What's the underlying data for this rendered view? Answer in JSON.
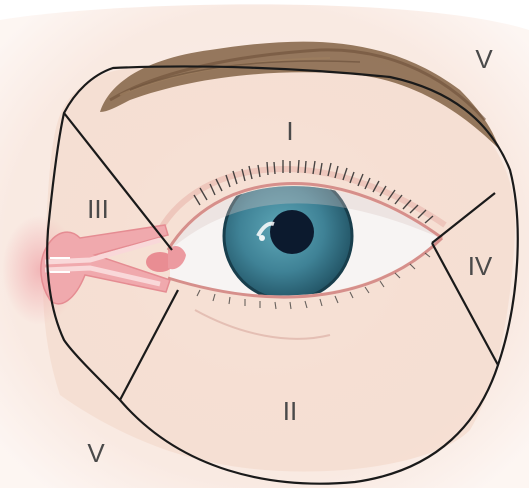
{
  "zones": {
    "I": "I",
    "II": "II",
    "III": "III",
    "IV": "IV",
    "V_upper": "V",
    "V_lower": "V"
  },
  "colors": {
    "skin": "#f5ddd0",
    "skin_shadow": "#efc8b8",
    "brow": "#8a6a4e",
    "sclera": "#f7f4f3",
    "iris": "#3f8296",
    "iris_dark": "#1f4f60",
    "pupil": "#0c1a2e",
    "line": "#1a1a1a",
    "lacrimal": "#f0a9ad",
    "lacrimal_light": "#f7d0d0",
    "label": "#4a4a4a"
  }
}
